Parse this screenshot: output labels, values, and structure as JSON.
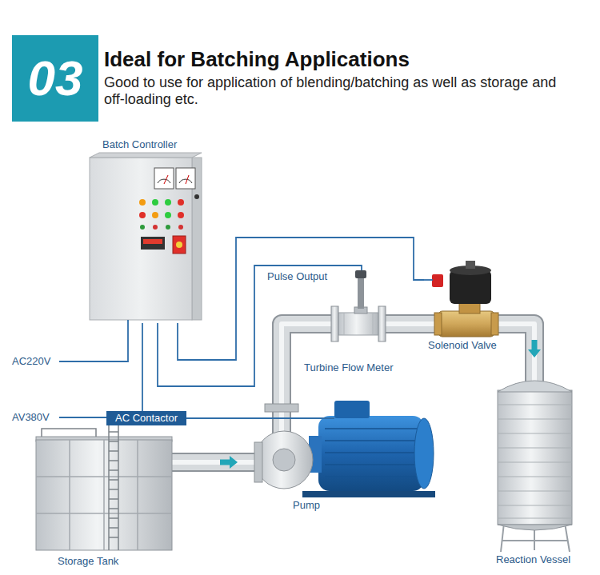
{
  "diagram": {
    "title": "Ideal for Batching Applications",
    "nodes": [
      {
        "text": [
          "03"
        ]
      },
      {
        "text": [
          "Batch Controller"
        ]
      },
      {
        "text": [
          "Turbine Flow Meter"
        ]
      },
      {
        "text": [
          "Solenoid Valve"
        ]
      },
      {
        "text": [
          "AC Contactor"
        ]
      },
      {
        "text": [
          "Pump"
        ]
      },
      {
        "text": [
          "Storage Tank"
        ]
      },
      {
        "text": [
          "Reaction Vessel"
        ]
      }
    ],
    "edges": [
      {
        "from": 6,
        "to": 5,
        "arrow": "to"
      },
      {
        "from": 5,
        "to": 2,
        "arrow": "none"
      },
      {
        "from": 2,
        "to": 3,
        "arrow": "none"
      },
      {
        "from": 3,
        "to": 7,
        "arrow": "to"
      },
      {
        "from": 1,
        "to": 2,
        "label": "Pulse Output",
        "arrow": "none"
      },
      {
        "from": 1,
        "to": 3,
        "arrow": "none"
      },
      {
        "from": 1,
        "to": 4,
        "arrow": "none"
      },
      {
        "from": 4,
        "to": 5,
        "arrow": "none"
      }
    ],
    "labels": [
      "Good to use for application of blending/batching as well as storage and off-loading etc.",
      "AC220V",
      "AV380V"
    ]
  }
}
